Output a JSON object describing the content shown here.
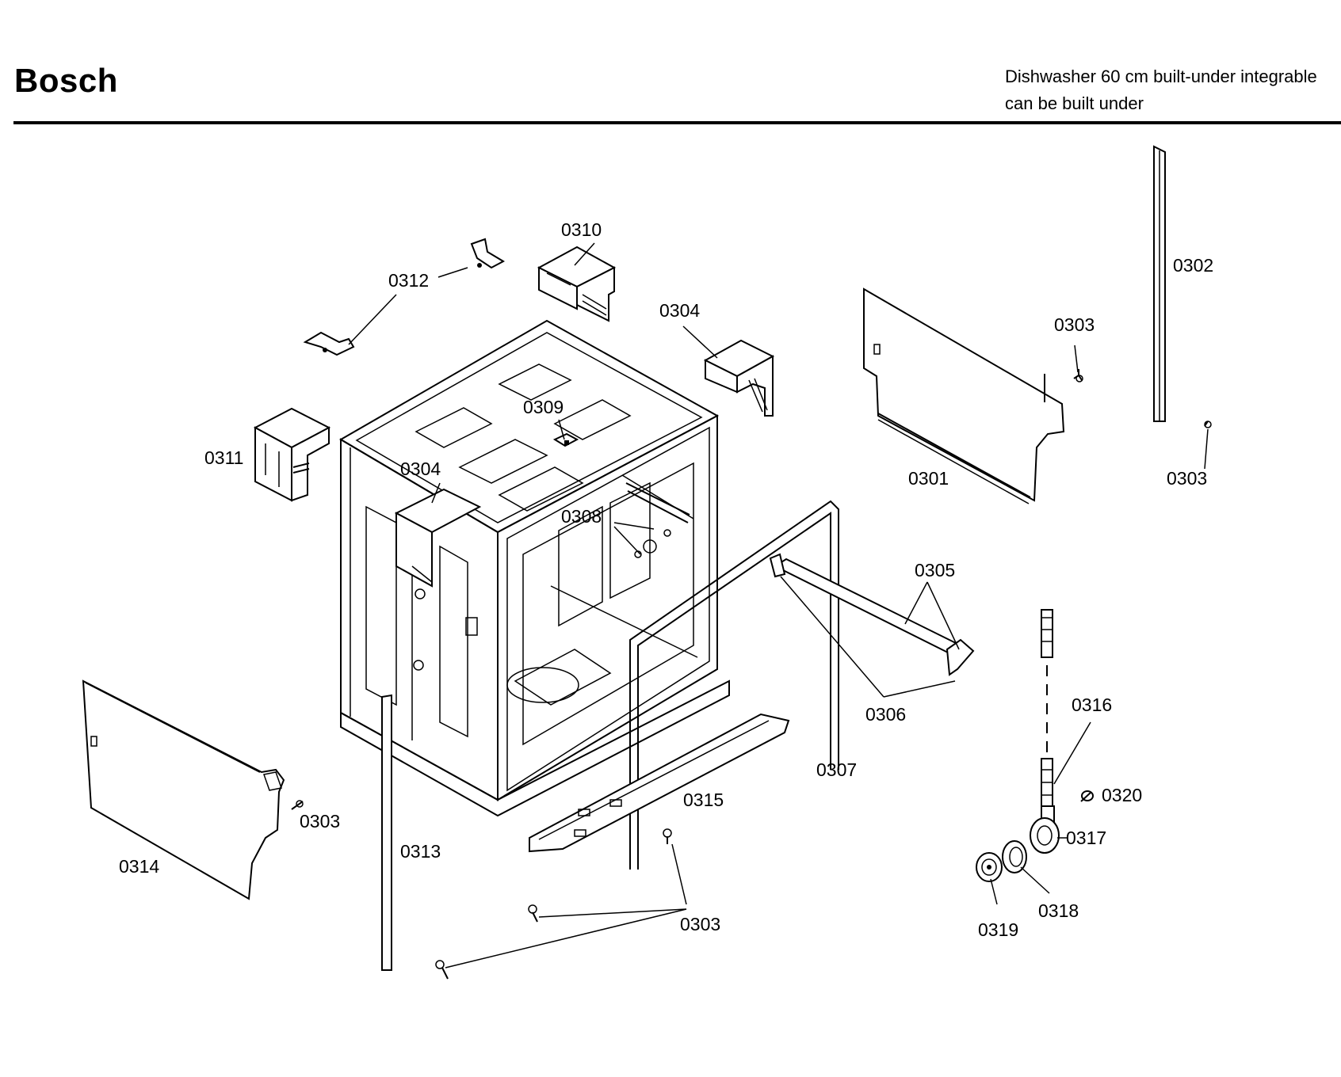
{
  "header": {
    "brand": "Bosch",
    "subtitle_line1": "Dishwasher 60 cm built-under integrable",
    "subtitle_line2": "can be built under"
  },
  "parts": {
    "p0301": "0301",
    "p0302": "0302",
    "p0303": "0303",
    "p0304": "0304",
    "p0305": "0305",
    "p0306": "0306",
    "p0307": "0307",
    "p0308": "0308",
    "p0309": "0309",
    "p0310": "0310",
    "p0311": "0311",
    "p0312": "0312",
    "p0313": "0313",
    "p0314": "0314",
    "p0315": "0315",
    "p0316": "0316",
    "p0317": "0317",
    "p0318": "0318",
    "p0319": "0319",
    "p0320": "0320"
  }
}
